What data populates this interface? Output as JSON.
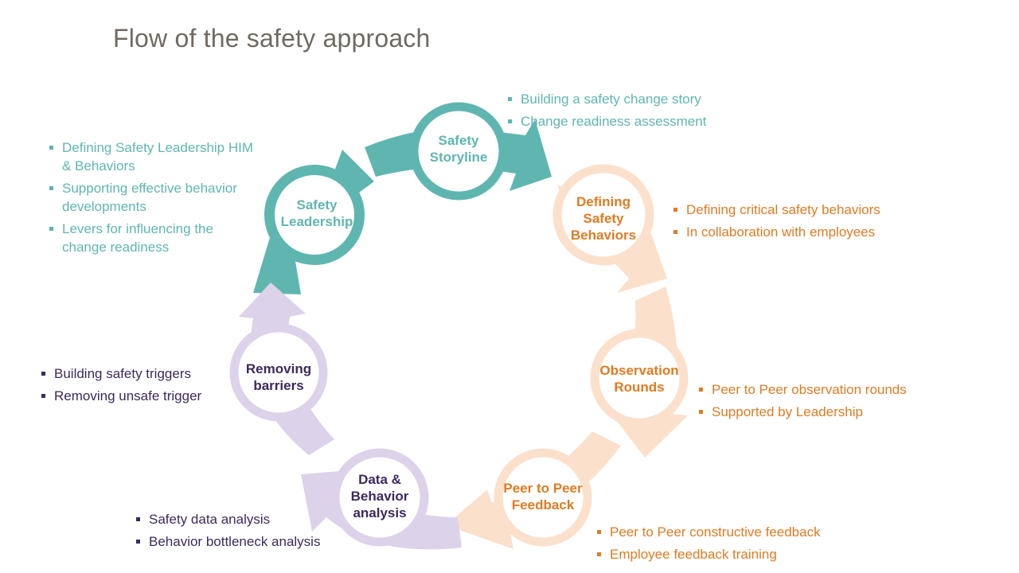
{
  "title": "Flow of the safety approach",
  "nodes": {
    "safety_storyline": {
      "label": "Safety Storyline",
      "color": "#5fb6b0"
    },
    "defining_safety_behaviors": {
      "label": "Defining Safety Behaviors",
      "color": "#e07b22"
    },
    "observation_rounds": {
      "label": "Observation Rounds",
      "color": "#e07b22"
    },
    "peer_to_peer_feedback": {
      "label": "Peer to Peer Feedback",
      "color": "#e07b22"
    },
    "data_behavior_analysis": {
      "label": "Data & Behavior analysis",
      "color": "#3c2a5e"
    },
    "removing_barriers": {
      "label": "Removing barriers",
      "color": "#3c2a5e"
    },
    "safety_leadership": {
      "label": "Safety Leadership",
      "color": "#ffffff"
    }
  },
  "bullets": {
    "storyline": [
      "Building a safety change story",
      "Change readiness assessment"
    ],
    "leadership": [
      "Defining Safety Leadership HIM & Behaviors",
      "Supporting effective behavior developments",
      "Levers for influencing the change readiness"
    ],
    "defining": [
      "Defining critical safety behaviors",
      "In collaboration with employees"
    ],
    "observation": [
      "Peer to Peer observation rounds",
      "Supported by Leadership"
    ],
    "feedback": [
      "Peer to Peer constructive feedback",
      "Employee feedback training"
    ],
    "analysis": [
      "Safety data analysis",
      "Behavior bottleneck analysis"
    ],
    "barriers": [
      "Building safety triggers",
      "Removing unsafe trigger"
    ]
  },
  "colors": {
    "teal": "#5fb6b0",
    "peach": "#fbe0cc",
    "lavender": "#dcd2e9",
    "orange_text": "#e07b22",
    "purple_text": "#3c2a5e"
  }
}
